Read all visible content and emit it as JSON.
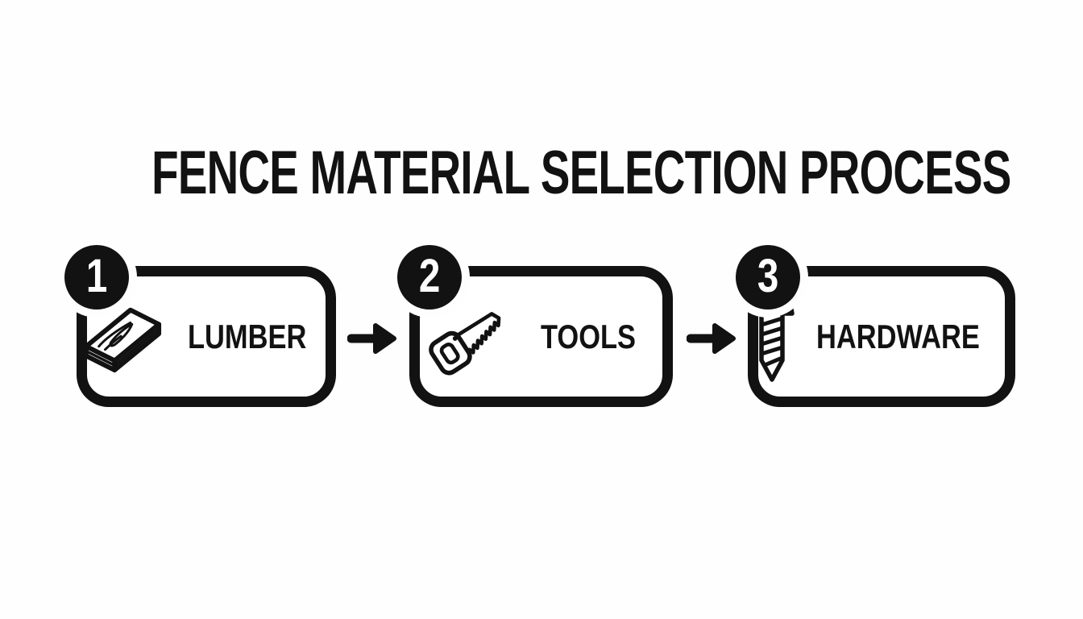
{
  "title": "FENCE MATERIAL SELECTION PROCESS",
  "colors": {
    "ink": "#121212",
    "background": "#fefefe",
    "box_fill": "#ffffff",
    "badge_text": "#ffffff"
  },
  "steps": [
    {
      "number": "1",
      "label": "LUMBER",
      "icon": "lumber-icon"
    },
    {
      "number": "2",
      "label": "TOOLS",
      "icon": "saw-icon"
    },
    {
      "number": "3",
      "label": "HARDWARE",
      "icon": "screw-icon"
    }
  ],
  "connectors": [
    {
      "type": "arrow-right"
    },
    {
      "type": "arrow-right"
    }
  ]
}
